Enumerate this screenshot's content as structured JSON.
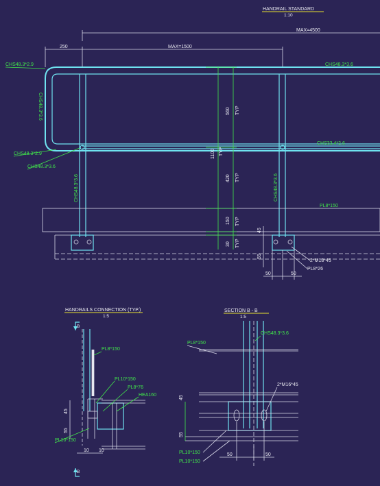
{
  "titles": {
    "main": "HANDRAIL STANDARD",
    "main_scale": "1:10",
    "conn": "HANDRAILS CONNECTION (TYP.)",
    "conn_scale": "1:5",
    "section": "SECTION   B - B",
    "section_scale": "1:5"
  },
  "dims": {
    "max4500": "MAX=4500",
    "d250": "250",
    "max1500": "MAX=1500",
    "d560": "560",
    "d1100": "1100",
    "d420": "420",
    "d150": "150",
    "d30": "30",
    "d45": "45",
    "d55": "55",
    "d50a": "50",
    "d50b": "50",
    "typ": "TYP",
    "c45": "45",
    "c55": "55",
    "c10a": "10",
    "c10b": "10",
    "s45": "45",
    "s55": "55",
    "s50a": "50",
    "s50b": "50"
  },
  "labels": {
    "chs48_29_top": "CHS48.3*2.9",
    "chs48_36_right": "CHS48.3*3.6",
    "chs48_36_bend": "CHS48.3*3.6",
    "chs48_29_low": "CHS48.3*2.9",
    "chs48_36_low": "CHS48.3*3.6",
    "chs48_36_post1": "CHS48.3*3.6",
    "chs33": "CHS33.4*2.6",
    "chs48_36_post2": "CHS48.3*3.6",
    "pl8_150": "PL8*150",
    "m18": "2*M18*45",
    "pl8_26": "PL8*26",
    "conn_pl8_150": "PL8*150",
    "conn_pl10_150": "PL10*150",
    "conn_pl8_76": "PL8*76",
    "conn_hea": "HEA160",
    "conn_pl10_150b": "PL10*150",
    "conn_b_top": "B",
    "conn_b_bot": "B",
    "sec_chs": "CHS48.3*3.6",
    "sec_pl8": "PL8*150",
    "sec_m16": "2*M16*45",
    "sec_pl10a": "PL10*150",
    "sec_pl10b": "PL10*150"
  }
}
